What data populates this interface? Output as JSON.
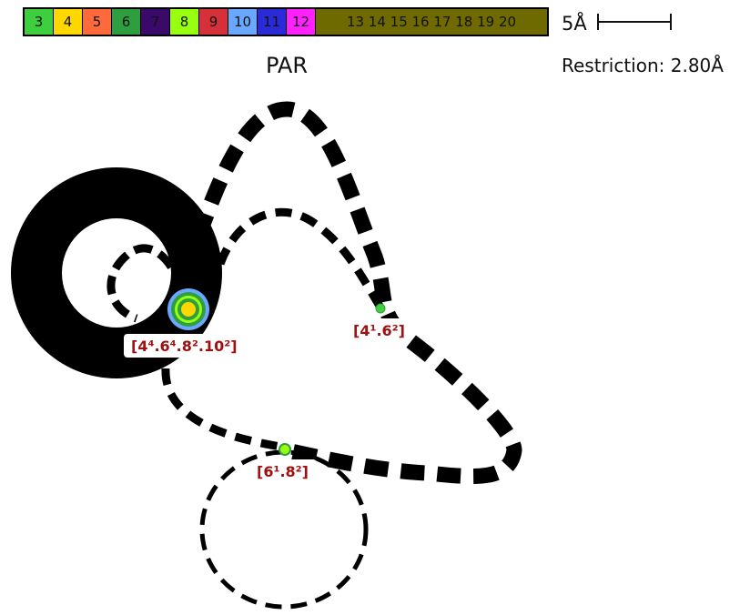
{
  "legend": {
    "cells": [
      {
        "label": "3",
        "color": "#3ecf3e",
        "width": 32
      },
      {
        "label": "4",
        "color": "#ffd700",
        "width": 32
      },
      {
        "label": "5",
        "color": "#ff6a3d",
        "width": 32
      },
      {
        "label": "6",
        "color": "#2e9e3e",
        "width": 32
      },
      {
        "label": "7",
        "color": "#3a0a6a",
        "width": 32
      },
      {
        "label": "8",
        "color": "#99ff11",
        "width": 32
      },
      {
        "label": "9",
        "color": "#d6303a",
        "width": 32
      },
      {
        "label": "10",
        "color": "#6aa8ff",
        "width": 32
      },
      {
        "label": "11",
        "color": "#2a2ad8",
        "width": 32
      },
      {
        "label": "12",
        "color": "#ff22ff",
        "width": 32
      },
      {
        "label": "13 14 15 16 17 18 19 20",
        "color": "#6e6a00",
        "width": 254
      }
    ]
  },
  "scale": {
    "label": "5Å"
  },
  "restriction": {
    "text": "Restriction: 2.80Å"
  },
  "title": {
    "text": "PAR"
  },
  "nodes": [
    {
      "label": "[4⁴.6⁴.8².10²]",
      "colors": [
        "#6aa8ff",
        "#2e9e3e",
        "#99ff11",
        "#2e9e3e",
        "#ffd700"
      ]
    },
    {
      "label": "[4¹.6²]",
      "colors": [
        "#3ecf3e"
      ]
    },
    {
      "label": "[6¹.8²]",
      "colors": [
        "#99ff11",
        "#2e9e3e"
      ]
    }
  ]
}
